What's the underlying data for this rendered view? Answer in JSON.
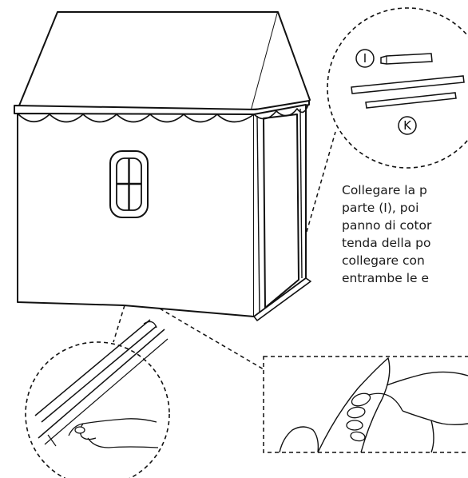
{
  "instructions": {
    "lines": [
      "Collegare la p",
      "parte (I), poi",
      "panno di cotor",
      "tenda della po",
      "collegare con",
      "entrambe le e"
    ]
  },
  "parts": {
    "rod_label": "I",
    "bar_label": "K"
  },
  "colors": {
    "line": "#111111",
    "background": "#ffffff"
  }
}
